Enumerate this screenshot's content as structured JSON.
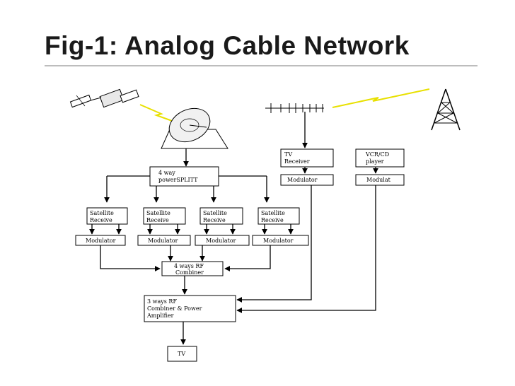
{
  "title": "Fig-1: Analog Cable Network",
  "diagram": {
    "splitter": [
      "4 way",
      "powerSPLITT"
    ],
    "satellite_receivers": [
      [
        "Satellite",
        "Receive"
      ],
      [
        "Satellite",
        "Receive"
      ],
      [
        "Satellite",
        "Receive"
      ],
      [
        "Satellite",
        "Receive"
      ]
    ],
    "modulators": [
      "Modulator",
      "Modulator",
      "Modulator",
      "Modulator"
    ],
    "rf_combiner": [
      "4 ways RF",
      "Combiner"
    ],
    "amp_combiner": [
      "3 ways RF",
      "Combiner & Power",
      "Amplifier"
    ],
    "tv_out": "TV",
    "tv_receiver": [
      "TV",
      "Receiver"
    ],
    "tv_modulator": "Modulator",
    "vcr_player": [
      "VCR/CD",
      "player"
    ],
    "vcr_modulator": "Modulat"
  }
}
